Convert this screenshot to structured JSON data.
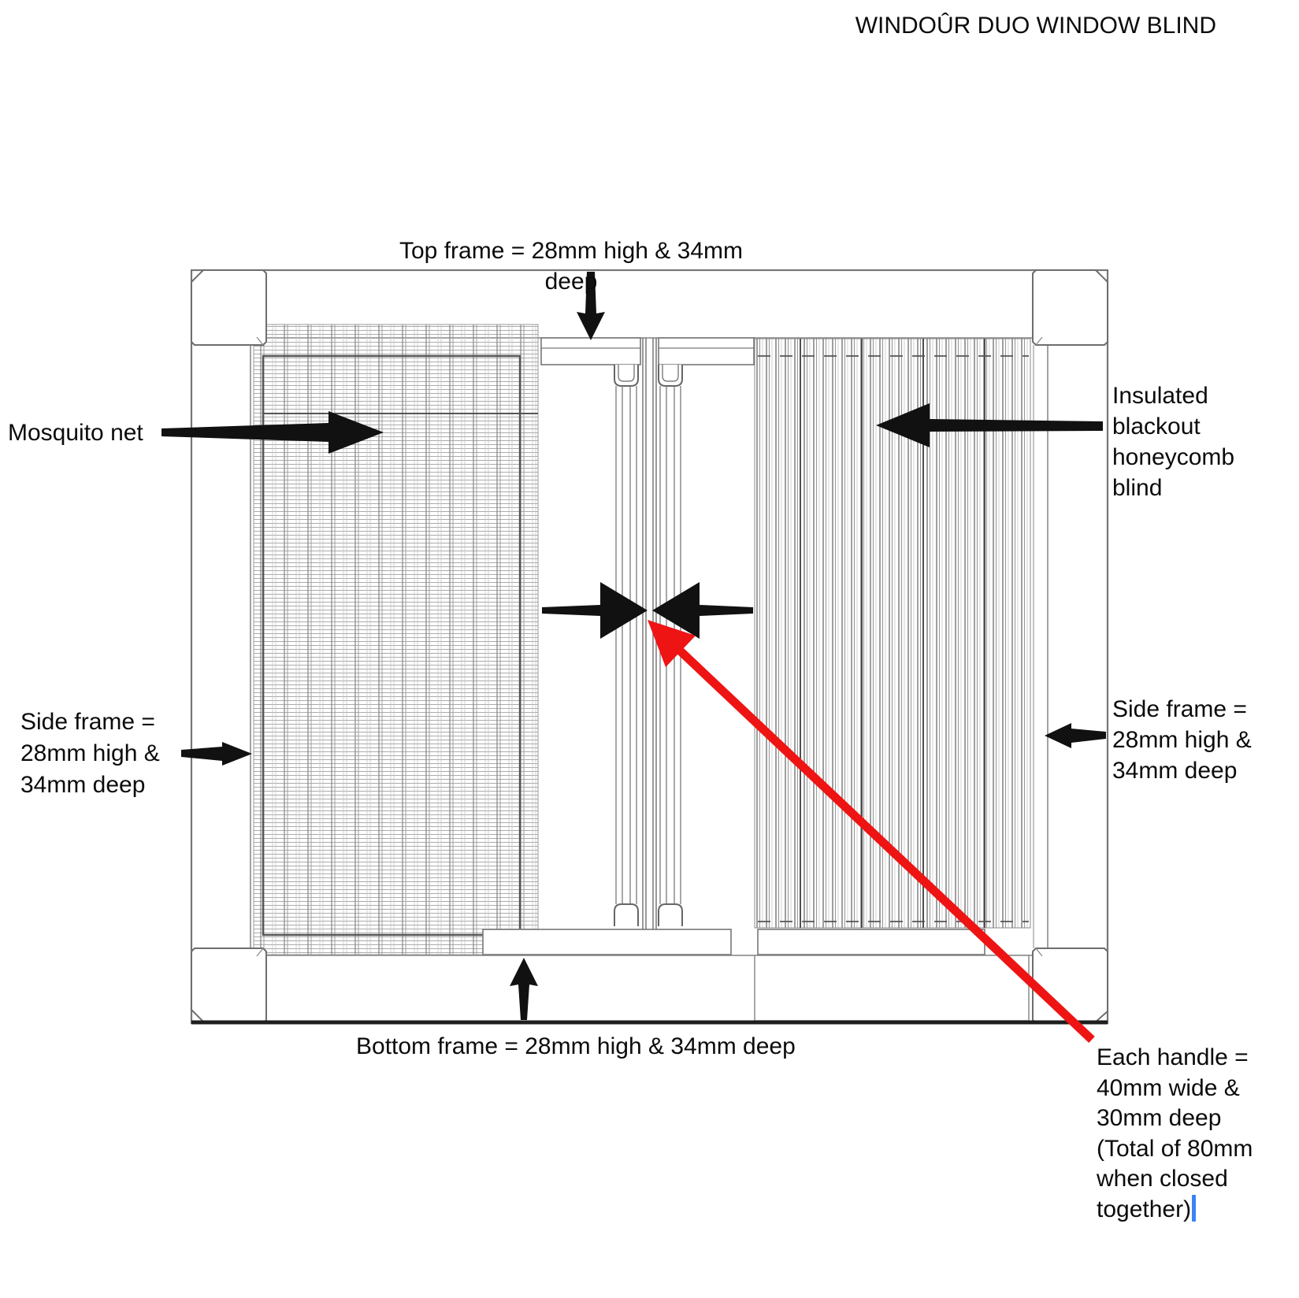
{
  "title": "WINDOÛR DUO WINDOW BLIND",
  "diagram": {
    "labels": {
      "top_frame": "Top frame = 28mm high & 34mm deep",
      "bottom_frame": "Bottom frame = 28mm high & 34mm deep",
      "left_side_frame": "Side frame =\n28mm high &\n34mm deep",
      "right_side_frame": "Side frame =\n28mm high &\n34mm deep",
      "mosquito_net": "Mosquito net",
      "honeycomb_blind": "Insulated\nblackout\nhoneycomb\nblind",
      "handle_note": "Each handle =\n40mm wide &\n30mm deep\n(Total of 80mm\nwhen closed\ntogether)"
    },
    "parts": {
      "left_panel": "mosquito net panel",
      "right_panel": "insulated blackout honeycomb blind panel",
      "handles": "two centre handles",
      "frame": "window frame with corner blocks"
    },
    "colors": {
      "line": "#6e6e6e",
      "dark_line": "#1e1e1e",
      "arrow_black": "#111111",
      "arrow_red": "#ee1414",
      "caret_blue": "#3a82f7",
      "text": "#0b0b0b",
      "background": "#ffffff"
    }
  }
}
